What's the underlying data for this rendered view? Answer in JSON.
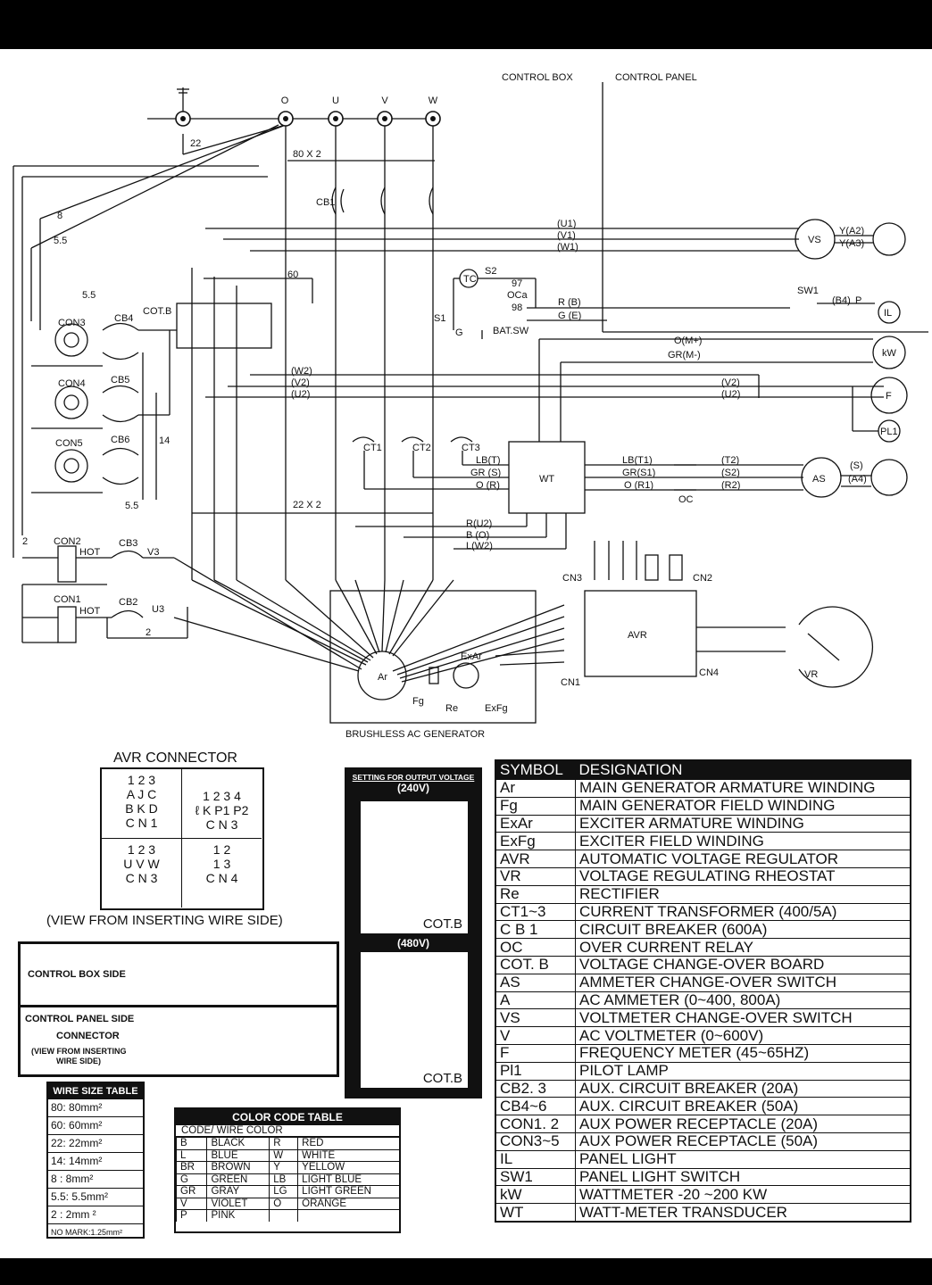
{
  "header": {
    "control_box": "CONTROL BOX",
    "control_panel": "CONTROL PANEL"
  },
  "terminals": [
    "O",
    "U",
    "V",
    "W"
  ],
  "diagram_labels": {
    "wire_22": "22",
    "wire_80x2": "80 X 2",
    "wire_8": "8",
    "wire_55a": "5.5",
    "wire_55b": "5.5",
    "wire_55c": "5.5",
    "wire_60": "60",
    "wire_14": "14",
    "wire_22x2": "22 X 2",
    "wire_2a": "2",
    "wire_2b": "2",
    "cb1": "CB1",
    "cob": "COT.B",
    "tc": "TC",
    "s2": "S2",
    "s1": "S1",
    "g": "G",
    "bat": "BAT.SW",
    "n97": "97",
    "n98": "98",
    "oca": "OCa",
    "con3": "CON3",
    "con4": "CON4",
    "con5": "CON5",
    "con2": "CON2",
    "con1": "CON1",
    "cb4": "CB4",
    "cb5": "CB5",
    "cb6": "CB6",
    "cb3": "CB3",
    "cb2": "CB2",
    "hot": "HOT",
    "v3": "V3",
    "u3": "U3",
    "ct1": "CT1",
    "ct2": "CT2",
    "ct3": "CT3",
    "wt": "WT",
    "avr": "AVR",
    "cn1": "CN1",
    "cn2": "CN2",
    "cn3": "CN3",
    "cn4": "CN4",
    "ar": "Ar",
    "exar": "ExAr",
    "fg": "Fg",
    "re": "Re",
    "exfg": "ExFg",
    "gen": "BRUSHLESS AC GENERATOR",
    "vs": "VS",
    "as": "AS",
    "vr": "VR",
    "il": "IL",
    "kw": "kW",
    "f": "F",
    "pl1": "PL1",
    "sw1": "SW1",
    "oc": "OC",
    "r_u1": "(U1)",
    "w_v1": "(V1)",
    "l_w1": "(W1)",
    "r_b": "R (B)",
    "g_e": "G (E)",
    "b4": "(B4)",
    "p": "P",
    "om": "O(M+)",
    "grm": "GR(M-)",
    "w2": "(W2)",
    "v2": "(V2)",
    "u2": "(U2)",
    "lbt": "LB(T)",
    "grs": "GR (S)",
    "or": "O (R)",
    "lbt1": "LB(T1)",
    "grs1": "GR(S1)",
    "or1": "O (R1)",
    "t2": "(T2)",
    "s2w": "(S2)",
    "r2": "(R2)",
    "ru2": "R(U2)",
    "bo": "B (O)",
    "lw2": "L(W2)",
    "ya2": "Y(A2)",
    "ya3": "Y(A3)",
    "s_": "(S)",
    "a4": "(A4)"
  },
  "avr_connector": {
    "title": "AVR CONNECTOR",
    "view_note": "(VIEW FROM INSERTING WIRE SIDE)",
    "q1": {
      "nums": "1 2 3",
      "row1": "A J C",
      "row2": "B K D",
      "name": "C N 1"
    },
    "q2": {
      "nums": "1  2  3  4",
      "row1": "ℓ K P1 P2",
      "name": "C N 3"
    },
    "q3": {
      "nums": "1 2 3",
      "row1": "U V W",
      "name": "C N 3"
    },
    "q4": {
      "nums": "1 2",
      "row1": "1 3",
      "name": "C N 4"
    }
  },
  "connector_box": {
    "cb_side": "CONTROL BOX SIDE",
    "cp_side": "CONTROL PANEL SIDE",
    "connector": "CONNECTOR",
    "view1": "(VIEW FROM INSERTING",
    "view2": "WIRE SIDE)"
  },
  "wire_size": {
    "title": "WIRE SIZE TABLE",
    "rows": [
      "80:  80mm²",
      "60:  60mm²",
      "22:  22mm²",
      "14:  14mm²",
      "8 :    8mm²",
      "5.5: 5.5mm²",
      "2 :    2mm ²"
    ],
    "note": "NO MARK:1.25mm²"
  },
  "color_code": {
    "title": "COLOR CODE TABLE",
    "sub": "CODE/ WIRE COLOR",
    "rows": [
      [
        "B",
        "BLACK",
        "R",
        "RED"
      ],
      [
        "L",
        "BLUE",
        "W",
        "WHITE"
      ],
      [
        "BR",
        "BROWN",
        "Y",
        "YELLOW"
      ],
      [
        "G",
        "GREEN",
        "LB",
        "LIGHT BLUE"
      ],
      [
        "GR",
        "GRAY",
        "LG",
        "LIGHT GREEN"
      ],
      [
        "V",
        "VIOLET",
        "O",
        "ORANGE"
      ],
      [
        "P",
        "PINK",
        "",
        ""
      ]
    ]
  },
  "output_voltage": {
    "title": "SETTING FOR OUTPUT VOLTAGE",
    "v240": "(240V)",
    "v480": "(480V)",
    "cotb": "COT.B"
  },
  "legend": {
    "h_symbol": "SYMBOL",
    "h_designation": "DESIGNATION",
    "rows": [
      [
        "Ar",
        "MAIN GENERATOR ARMATURE WINDING"
      ],
      [
        "Fg",
        "MAIN GENERATOR FIELD WINDING"
      ],
      [
        "ExAr",
        "EXCITER ARMATURE WINDING"
      ],
      [
        "ExFg",
        "EXCITER FIELD WINDING"
      ],
      [
        "AVR",
        "AUTOMATIC VOLTAGE REGULATOR"
      ],
      [
        "VR",
        "VOLTAGE REGULATING RHEOSTAT"
      ],
      [
        "Re",
        "RECTIFIER"
      ],
      [
        "CT1~3",
        "CURRENT TRANSFORMER (400/5A)"
      ],
      [
        "C B 1",
        "CIRCUIT BREAKER (600A)"
      ],
      [
        "OC",
        "OVER CURRENT RELAY"
      ],
      [
        "COT. B",
        "VOLTAGE CHANGE-OVER BOARD"
      ],
      [
        "AS",
        "AMMETER CHANGE-OVER SWITCH"
      ],
      [
        "A",
        "AC AMMETER (0~400, 800A)"
      ],
      [
        "VS",
        "VOLTMETER CHANGE-OVER SWITCH"
      ],
      [
        "V",
        "AC VOLTMETER (0~600V)"
      ],
      [
        "F",
        "FREQUENCY METER (45~65HZ)"
      ],
      [
        "Pl1",
        "PILOT LAMP"
      ],
      [
        "CB2. 3",
        "AUX. CIRCUIT BREAKER (20A)"
      ],
      [
        "CB4~6",
        "AUX. CIRCUIT BREAKER (50A)"
      ],
      [
        "CON1. 2",
        "AUX POWER RECEPTACLE (20A)"
      ],
      [
        "CON3~5",
        "AUX POWER RECEPTACLE (50A)"
      ],
      [
        "IL",
        "PANEL LIGHT"
      ],
      [
        "SW1",
        "PANEL LIGHT SWITCH"
      ],
      [
        "kW",
        "WATTMETER -20 ~200 KW"
      ],
      [
        "WT",
        "WATT-METER TRANSDUCER"
      ]
    ]
  }
}
